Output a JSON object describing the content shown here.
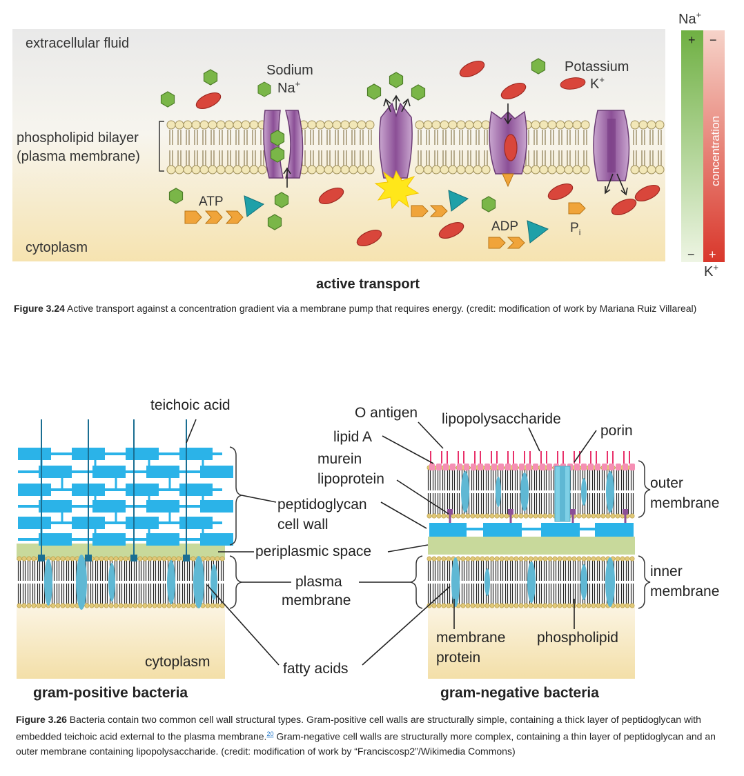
{
  "figure1": {
    "labels": {
      "extracellular": "extracellular fluid",
      "bilayer_line1": "phospholipid bilayer",
      "bilayer_line2": "(plasma membrane)",
      "cytoplasm": "cytoplasm",
      "sodium": "Sodium",
      "na_ion": "Na",
      "na_sup": "+",
      "potassium": "Potassium",
      "k_ion": "K",
      "k_sup": "+",
      "atp": "ATP",
      "adp": "ADP",
      "pi": "P",
      "pi_sub": "i",
      "title": "active transport"
    },
    "gradient": {
      "na_top": "Na",
      "na_top_sup": "+",
      "k_bottom": "K",
      "k_bottom_sup": "+",
      "plus": "+",
      "minus": "−",
      "concentration": "concentration",
      "na_color": "#7ab648",
      "k_color": "#d9463b"
    },
    "caption": {
      "label": "Figure 3.24",
      "text": " Active transport against a concentration gradient via a membrane pump that requires energy. (credit: modification of work by Mariana Ruiz Villareal)"
    },
    "colors": {
      "sodium": "#7ab648",
      "potassium": "#d9463b",
      "protein": "#8b4f96",
      "atp": "#f0a43a",
      "phosphate_triangle": "#1fa0a8"
    }
  },
  "figure2": {
    "labels": {
      "teichoic_acid": "teichoic acid",
      "o_antigen": "O antigen",
      "lipopolysaccharide": "lipopolysaccharide",
      "porin": "porin",
      "lipid_a": "lipid A",
      "murein_1": "murein",
      "murein_2": "lipoprotein",
      "outer_1": "outer",
      "outer_2": "membrane",
      "peptidoglycan_1": "peptidoglycan",
      "peptidoglycan_2": "cell wall",
      "periplasmic": "periplasmic space",
      "plasma_1": "plasma",
      "plasma_2": "membrane",
      "inner_1": "inner",
      "inner_2": "membrane",
      "membrane_protein_1": "membrane",
      "membrane_protein_2": "protein",
      "phospholipid": "phospholipid",
      "cytoplasm": "cytoplasm",
      "fatty_acids": "fatty acids",
      "gram_positive": "gram-positive bacteria",
      "gram_negative": "gram-negative bacteria"
    },
    "caption": {
      "label": "Figure 3.26",
      "text_a": " Bacteria contain two common cell wall structural types. Gram-positive cell walls are structurally simple, containing a thick layer of peptidoglycan with embedded teichoic acid external to the plasma membrane.",
      "ref": "20",
      "text_b": " Gram-negative cell walls are structurally more complex, containing a thin layer of peptidoglycan and an outer membrane containing lipopolysaccharide. (credit: modification of work by “Franciscosp2”/Wikimedia Commons)"
    },
    "colors": {
      "peptidoglycan": "#2bb3e8",
      "periplasm": "#c8d99b",
      "lipid_head": "#e0c878",
      "lps": "#e8306a",
      "protein": "#5fb8d4",
      "lipoprotein": "#8b4f96"
    }
  }
}
